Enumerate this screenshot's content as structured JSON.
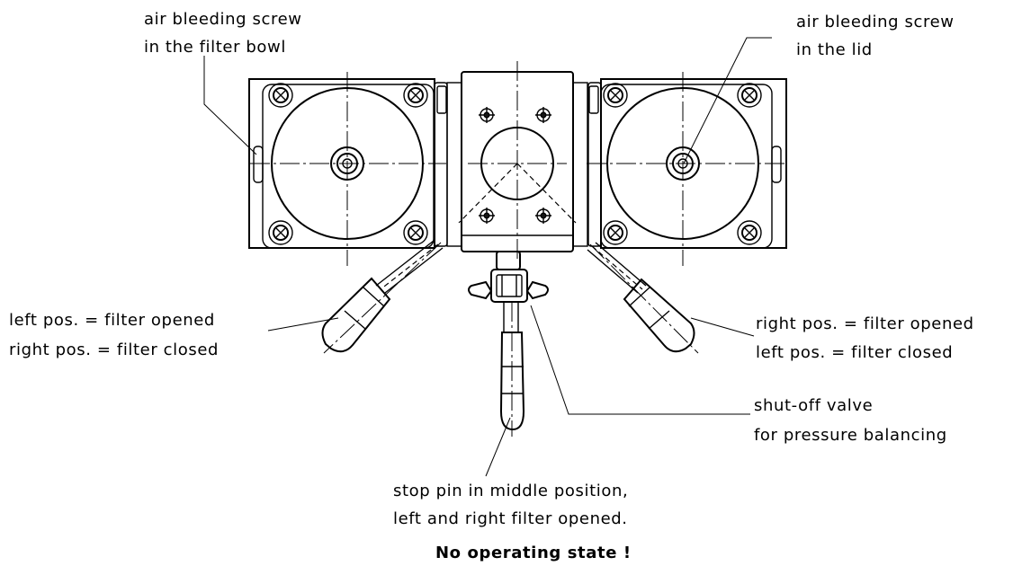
{
  "labels": {
    "air_bleed_bowl_line1": "air bleeding screw",
    "air_bleed_bowl_line2": "in the filter bowl",
    "air_bleed_lid_line1": "air bleeding screw",
    "air_bleed_lid_line2": "in the lid",
    "left_lever_line1": "left pos.  =  filter opened",
    "left_lever_line2": "right pos.  =  filter closed",
    "right_lever_line1": "right pos.  =  filter opened",
    "right_lever_line2": "left pos.  =  filter closed",
    "shutoff_line1": "shut-off valve",
    "shutoff_line2": "for pressure balancing",
    "stop_pin_line1": "stop pin in middle position,",
    "stop_pin_line2": "left and right filter opened.",
    "warning": "No operating state !"
  }
}
